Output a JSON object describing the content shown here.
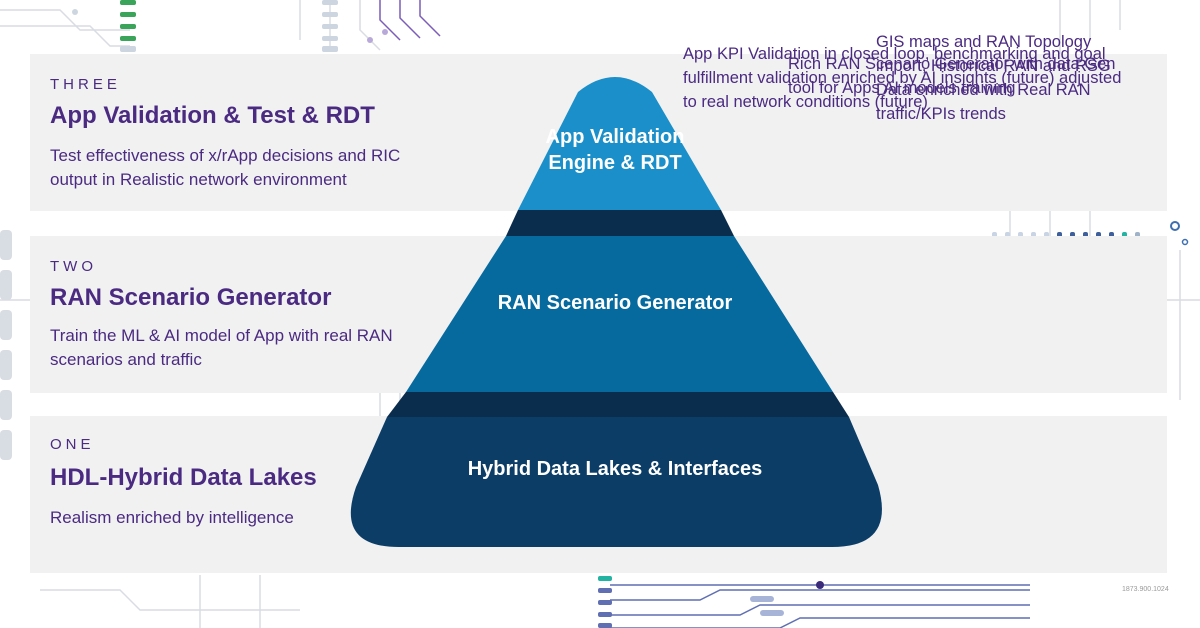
{
  "levels": [
    {
      "id": "three",
      "level_label": "THREE",
      "title": "App Validation & Test & RDT",
      "description": "Test effectiveness of x/rApp decisions and RIC output in Realistic network environment",
      "pyramid_label": "App Validation Engine & RDT",
      "detail": "App KPI Validation in closed loop, benchmarking and goal fulfillment validation enriched by AI insights (future) adjusted to real network conditions (future)",
      "color": "#1a8fc9"
    },
    {
      "id": "two",
      "level_label": "TWO",
      "title": "RAN Scenario Generator",
      "description": "Train the ML & AI model of App with real RAN scenarios and traffic",
      "pyramid_label": "RAN Scenario Generator",
      "detail": "Rich RAN Scenario Generator with data Gen tool for Apps AI models training",
      "color": "#066a9f"
    },
    {
      "id": "one",
      "level_label": "ONE",
      "title": "HDL-Hybrid Data Lakes",
      "description": "Realism enriched by intelligence",
      "pyramid_label": "Hybrid Data Lakes & Interfaces",
      "detail": "GIS maps and RAN Topology import, Historical RAN and RSG Data enriched with Real RAN traffic/KPIs trends",
      "color": "#0b3d67"
    }
  ],
  "colors": {
    "text": "#4b2a82",
    "band": "#f1f1f1",
    "divider": "#0b2d4d",
    "accent": "#1bb2a0"
  },
  "document_code": "1873.900.1024"
}
